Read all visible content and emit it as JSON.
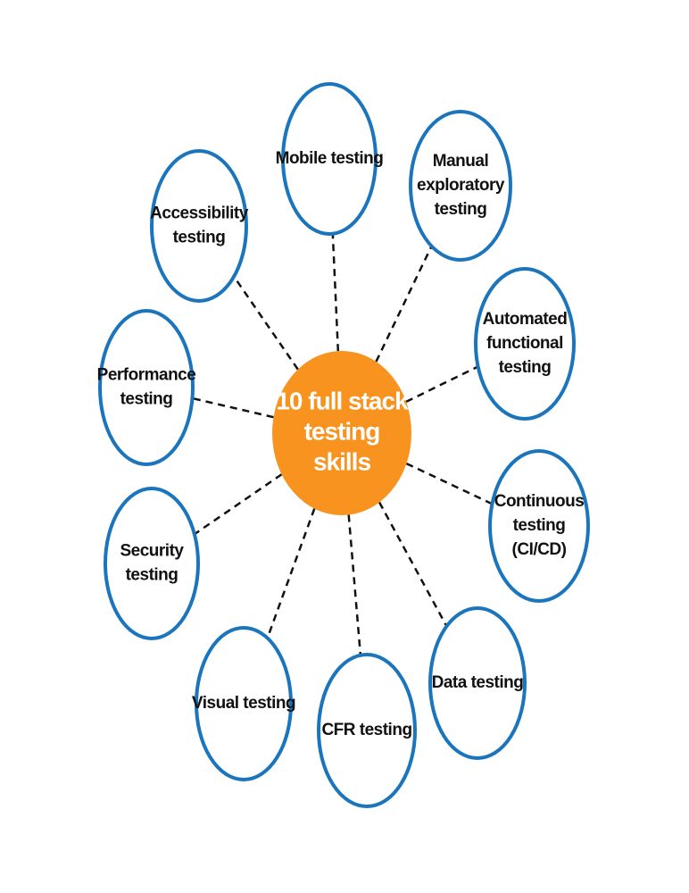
{
  "center": {
    "lines": [
      "10 full stack",
      "testing",
      "skills"
    ],
    "color": "#F7931E"
  },
  "node_border_color": "#1B75BC",
  "connector_color": "#111111",
  "nodes": [
    {
      "id": "mobile-testing",
      "lines": [
        "Mobile testing"
      ]
    },
    {
      "id": "manual-exploratory-testing",
      "lines": [
        "Manual",
        "exploratory",
        "testing"
      ]
    },
    {
      "id": "automated-functional-testing",
      "lines": [
        "Automated",
        "functional",
        "testing"
      ]
    },
    {
      "id": "continuous-testing",
      "lines": [
        "Continuous",
        "testing",
        "(CI/CD)"
      ]
    },
    {
      "id": "data-testing",
      "lines": [
        "Data testing"
      ]
    },
    {
      "id": "cfr-testing",
      "lines": [
        "CFR testing"
      ]
    },
    {
      "id": "visual-testing",
      "lines": [
        "Visual testing"
      ]
    },
    {
      "id": "security-testing",
      "lines": [
        "Security",
        "testing"
      ]
    },
    {
      "id": "performance-testing",
      "lines": [
        "Performance",
        "testing"
      ]
    },
    {
      "id": "accessibility-testing",
      "lines": [
        "Accessibility",
        "testing"
      ]
    }
  ]
}
